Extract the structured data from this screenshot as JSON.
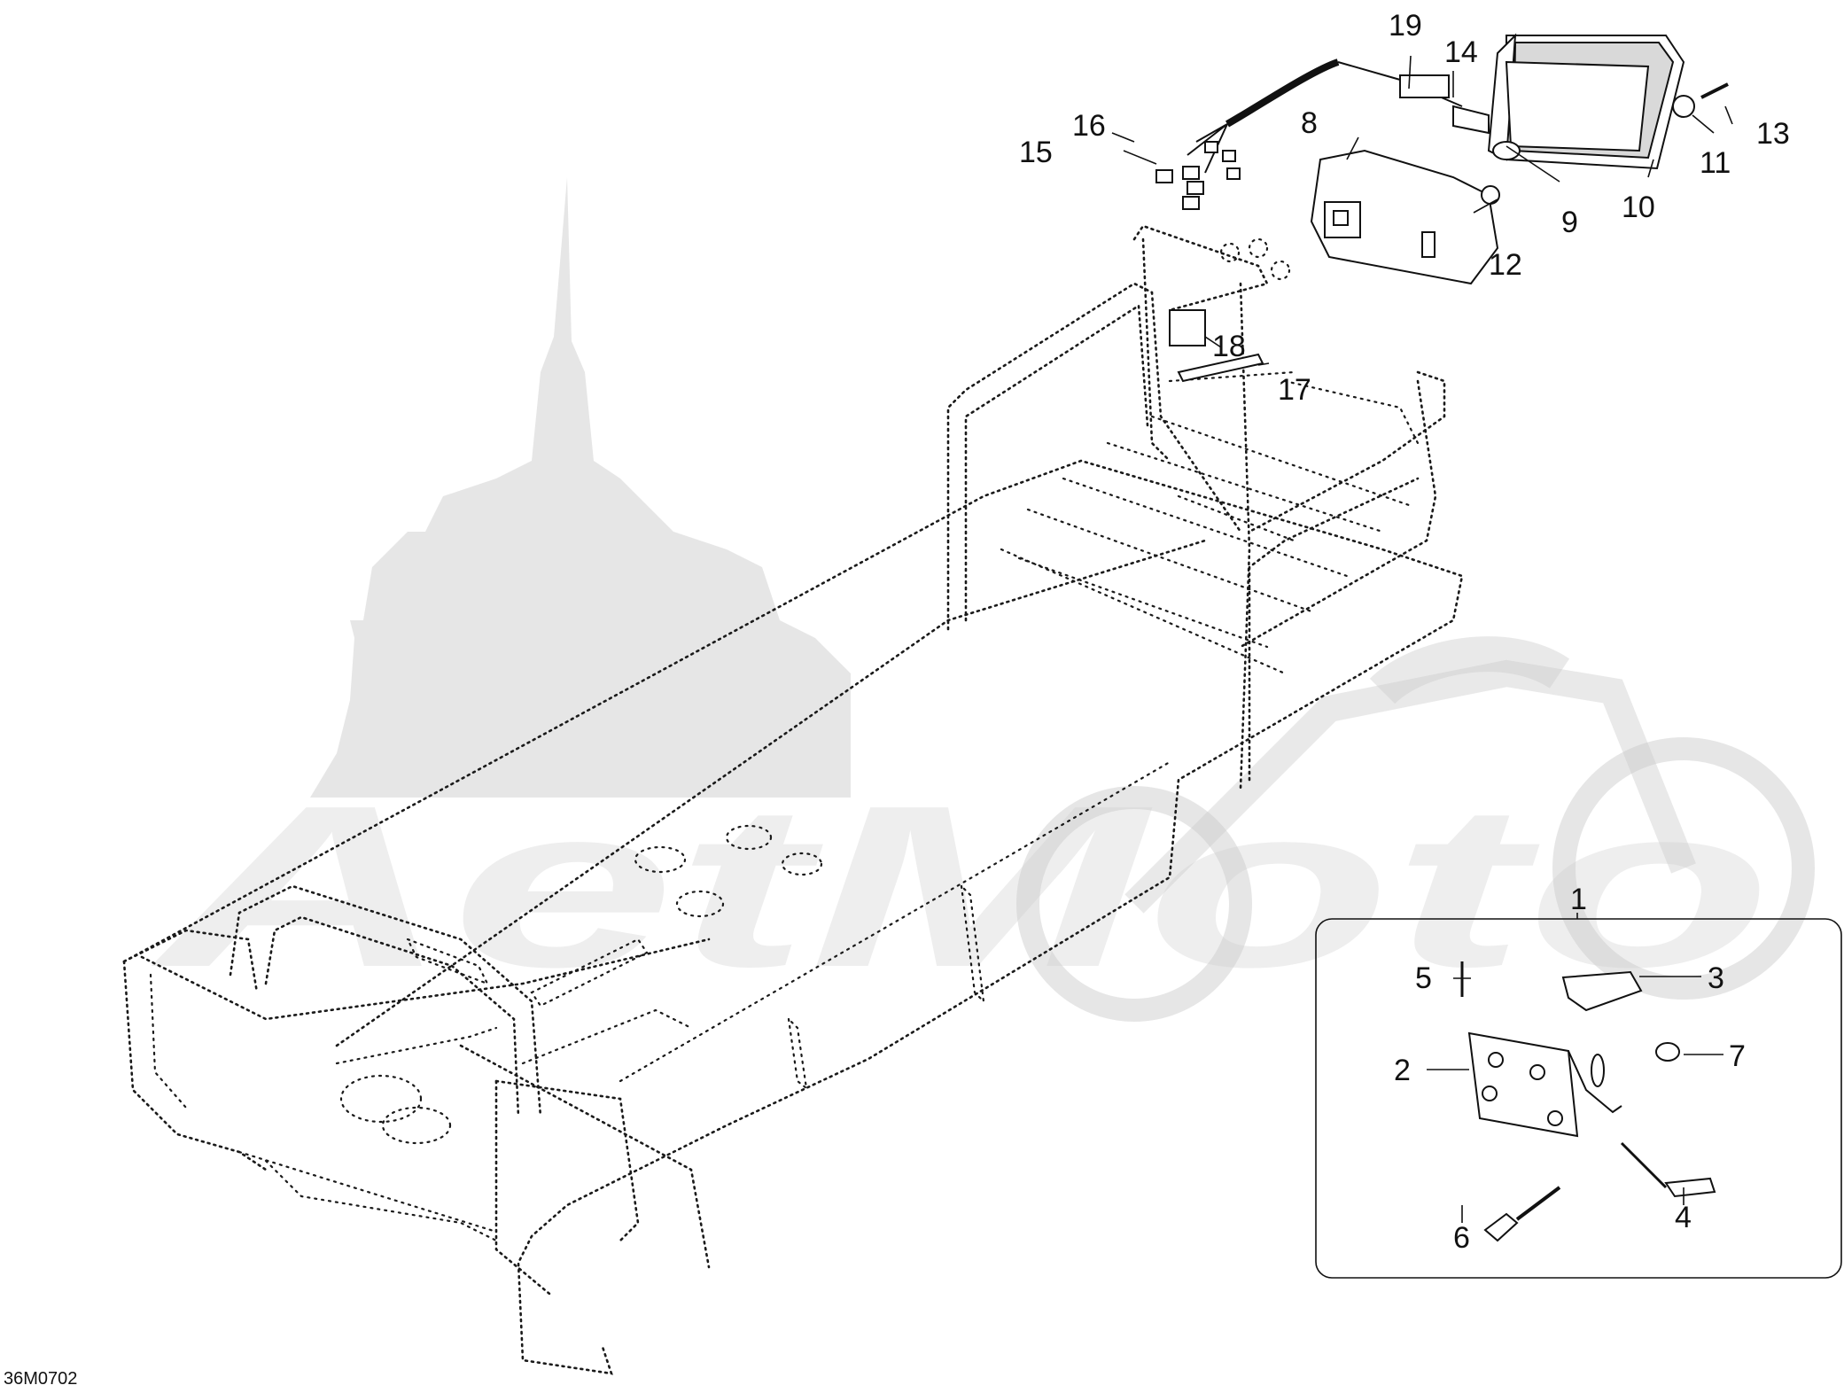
{
  "diagram": {
    "drawing_code": "36M0702",
    "watermark_text": "AetMoto",
    "callouts": [
      "1",
      "2",
      "3",
      "4",
      "5",
      "6",
      "7",
      "8",
      "9",
      "10",
      "11",
      "12",
      "13",
      "14",
      "15",
      "16",
      "17",
      "18",
      "19"
    ]
  }
}
